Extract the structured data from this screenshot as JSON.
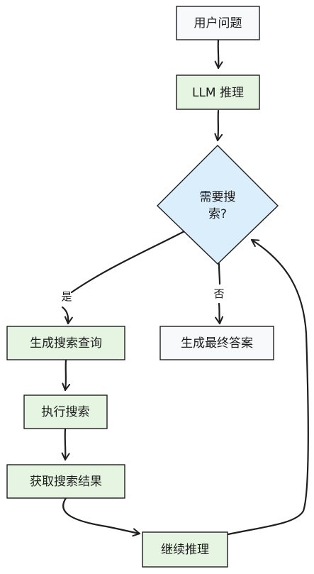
{
  "colors": {
    "gray_fill": "#f8f9fa",
    "green_fill": "#e6f4e2",
    "blue_fill": "#dbeefc",
    "stroke": "#1e1e1e"
  },
  "nodes": {
    "user_question": "用户问题",
    "llm_reasoning": "LLM 推理",
    "need_search_line1": "需要搜",
    "need_search_line2": "索?",
    "gen_query": "生成搜索查询",
    "exec_search": "执行搜索",
    "get_results": "获取搜索结果",
    "continue_reasoning": "继续推理",
    "final_answer": "生成最终答案"
  },
  "edges": {
    "yes_label": "是",
    "no_label": "否"
  }
}
